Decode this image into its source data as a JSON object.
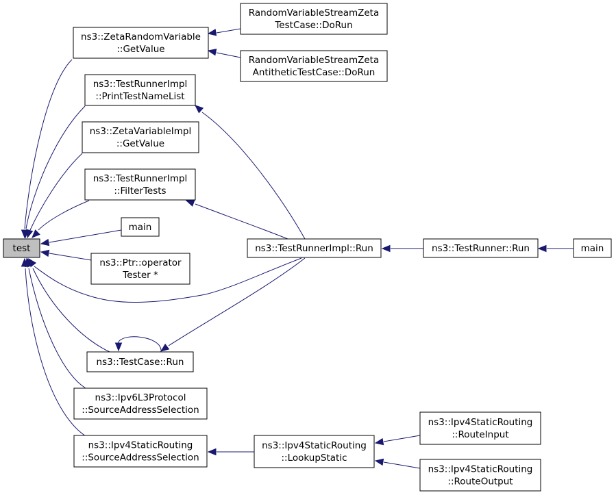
{
  "graph": {
    "title": "",
    "edge_color": "#191970",
    "root_fill": "#bfbfbf",
    "nodes": [
      {
        "id": "test",
        "lines": [
          "test"
        ],
        "root": true
      },
      {
        "id": "zrv_getvalue",
        "lines": [
          "ns3::ZetaRandomVariable",
          "::GetValue"
        ]
      },
      {
        "id": "rvsz_dorun",
        "lines": [
          "RandomVariableStreamZeta",
          "TestCase::DoRun"
        ]
      },
      {
        "id": "rvsza_dorun",
        "lines": [
          "RandomVariableStreamZeta",
          "AntitheticTestCase::DoRun"
        ]
      },
      {
        "id": "tri_print",
        "lines": [
          "ns3::TestRunnerImpl",
          "::PrintTestNameList"
        ]
      },
      {
        "id": "zvi_getvalue",
        "lines": [
          "ns3::ZetaVariableImpl",
          "::GetValue"
        ]
      },
      {
        "id": "tri_filter",
        "lines": [
          "ns3::TestRunnerImpl",
          "::FilterTests"
        ]
      },
      {
        "id": "main1",
        "lines": [
          "main"
        ]
      },
      {
        "id": "ptr_op",
        "lines": [
          "ns3::Ptr::operator",
          "Tester *"
        ]
      },
      {
        "id": "tri_run",
        "lines": [
          "ns3::TestRunnerImpl::Run"
        ]
      },
      {
        "id": "tr_run",
        "lines": [
          "ns3::TestRunner::Run"
        ]
      },
      {
        "id": "main2",
        "lines": [
          "main"
        ]
      },
      {
        "id": "tc_run",
        "lines": [
          "ns3::TestCase::Run"
        ]
      },
      {
        "id": "ipv6_sas",
        "lines": [
          "ns3::Ipv6L3Protocol",
          "::SourceAddressSelection"
        ]
      },
      {
        "id": "ipv4sr_sas",
        "lines": [
          "ns3::Ipv4StaticRouting",
          "::SourceAddressSelection"
        ]
      },
      {
        "id": "ipv4sr_lookup",
        "lines": [
          "ns3::Ipv4StaticRouting",
          "::LookupStatic"
        ]
      },
      {
        "id": "ipv4sr_in",
        "lines": [
          "ns3::Ipv4StaticRouting",
          "::RouteInput"
        ]
      },
      {
        "id": "ipv4sr_out",
        "lines": [
          "ns3::Ipv4StaticRouting",
          "::RouteOutput"
        ]
      }
    ],
    "edges": [
      {
        "from": "zrv_getvalue",
        "to": "test"
      },
      {
        "from": "rvsz_dorun",
        "to": "zrv_getvalue"
      },
      {
        "from": "rvsza_dorun",
        "to": "zrv_getvalue"
      },
      {
        "from": "tri_print",
        "to": "test"
      },
      {
        "from": "tri_run",
        "to": "tri_print"
      },
      {
        "from": "zvi_getvalue",
        "to": "test"
      },
      {
        "from": "tri_filter",
        "to": "test"
      },
      {
        "from": "tri_run",
        "to": "tri_filter"
      },
      {
        "from": "main1",
        "to": "test"
      },
      {
        "from": "ptr_op",
        "to": "test"
      },
      {
        "from": "tri_run",
        "to": "test"
      },
      {
        "from": "tr_run",
        "to": "tri_run"
      },
      {
        "from": "main2",
        "to": "tr_run"
      },
      {
        "from": "tc_run",
        "to": "test"
      },
      {
        "from": "tc_run",
        "to": "tc_run"
      },
      {
        "from": "tri_run",
        "to": "tc_run"
      },
      {
        "from": "ipv6_sas",
        "to": "test"
      },
      {
        "from": "ipv4sr_sas",
        "to": "test"
      },
      {
        "from": "ipv4sr_lookup",
        "to": "ipv4sr_sas"
      },
      {
        "from": "ipv4sr_in",
        "to": "ipv4sr_lookup"
      },
      {
        "from": "ipv4sr_out",
        "to": "ipv4sr_lookup"
      }
    ]
  }
}
